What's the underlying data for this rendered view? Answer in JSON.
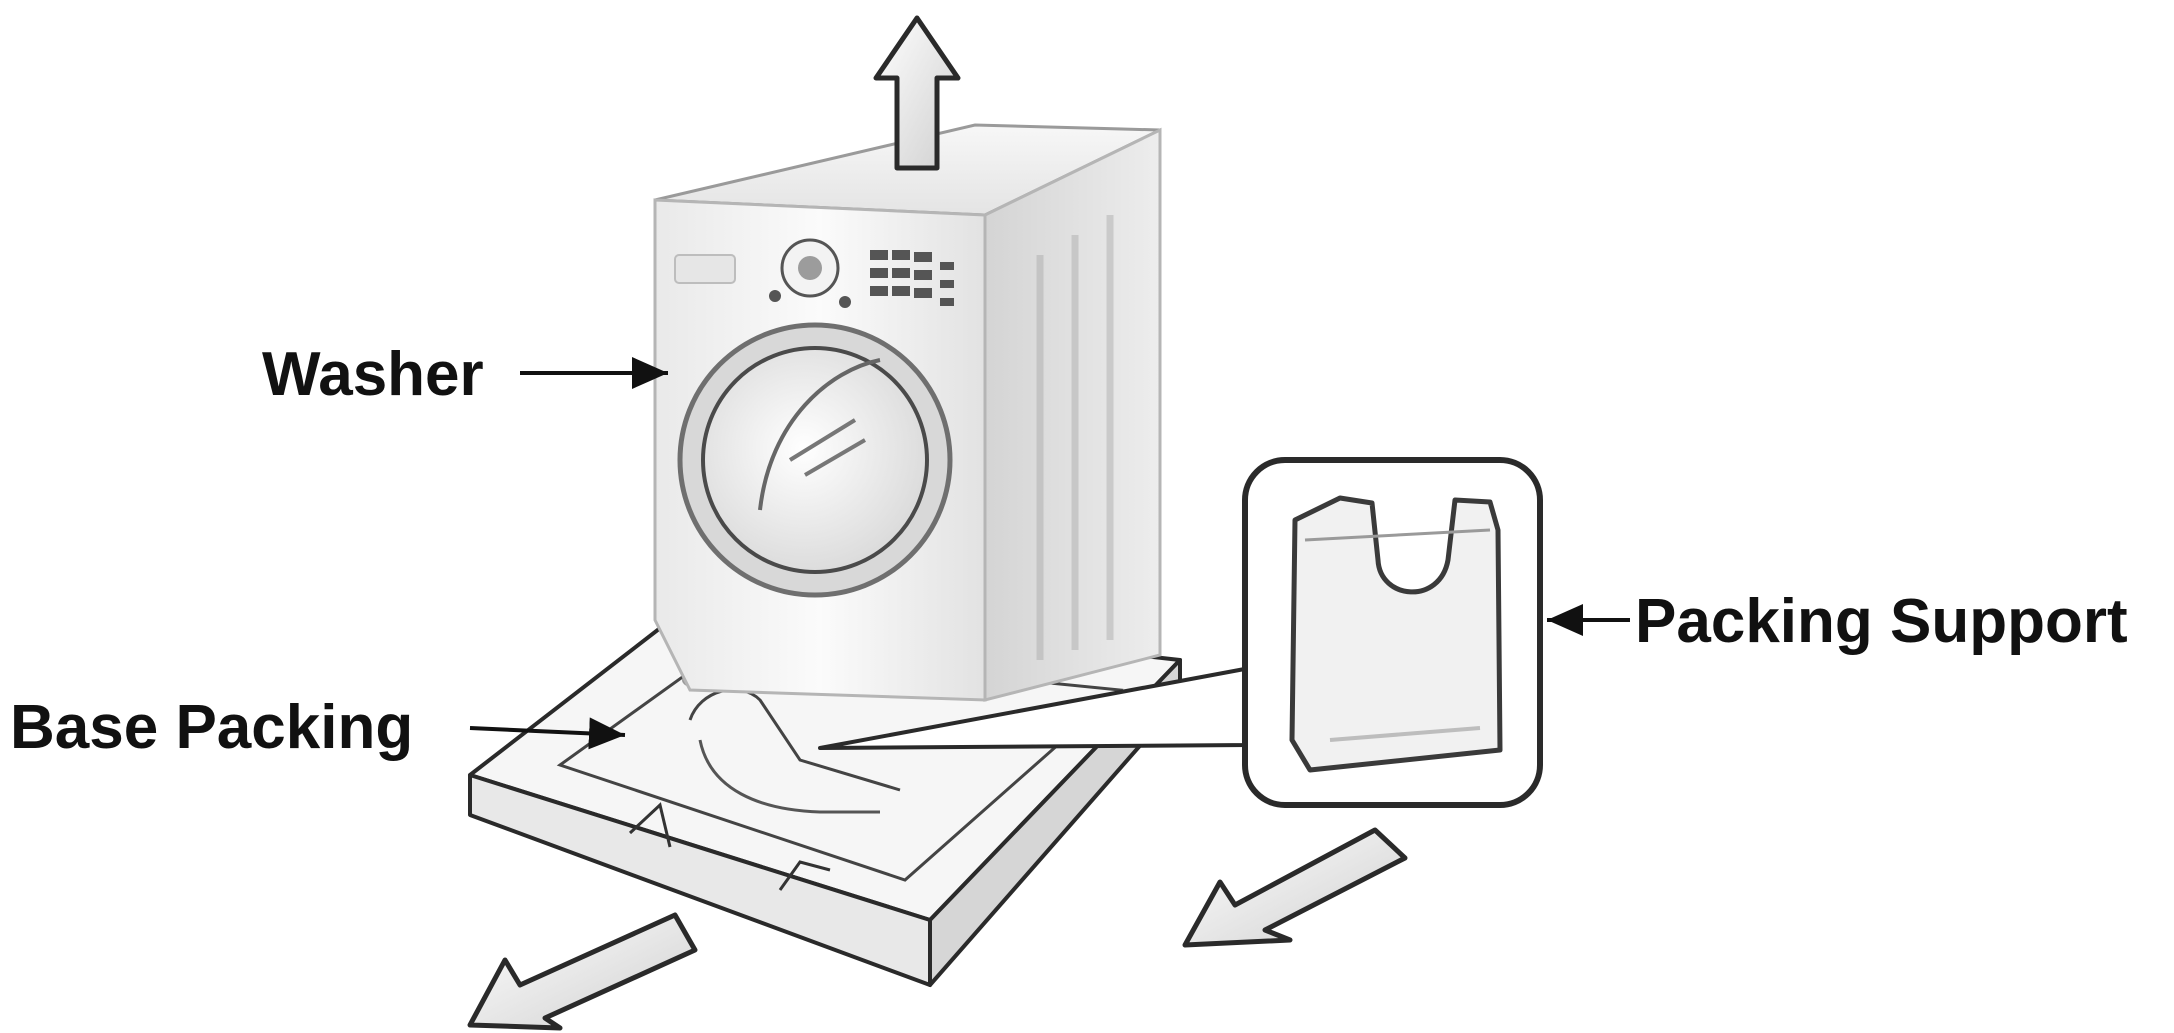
{
  "labels": {
    "washer": "Washer",
    "base_packing": "Base Packing",
    "packing_support": "Packing Support"
  },
  "colors": {
    "outline": "#2a2a2a",
    "body_light": "#f4f4f4",
    "body_mid": "#dedede",
    "body_dark": "#bdbdbd",
    "arrow_fill": "#e6e6e6"
  }
}
